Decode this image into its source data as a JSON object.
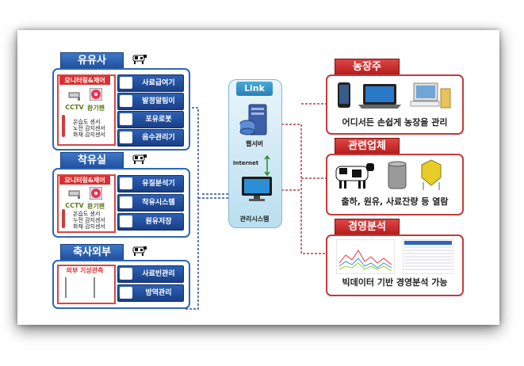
{
  "link": {
    "title": "Link",
    "webserver": "웹서버",
    "internet": "Internet",
    "mgmt": "관리시스템"
  },
  "dairy": {
    "title": "유유사",
    "monitor_label": "모니터링&제어",
    "cctv": "CCTV",
    "fan": "환기팬",
    "sensors": [
      "온습도 센서",
      "노전 감지센서",
      "화재 감지센서"
    ],
    "buttons": [
      "사료급여기",
      "발정알림이",
      "포유로봇",
      "음수관리기"
    ]
  },
  "milking": {
    "title": "착유실",
    "monitor_label": "모니터링&제어",
    "cctv": "CCTV",
    "fan": "환기팬",
    "sensors": [
      "온습도 센서",
      "누전 감지센서",
      "화재 감지센서"
    ],
    "buttons": [
      "유질분석기",
      "착유시스템",
      "원유저장"
    ]
  },
  "outside": {
    "title": "축사외부",
    "monitor_label": "외부 기상관측",
    "buttons": [
      "사료빈관리",
      "방역관리"
    ]
  },
  "owner": {
    "title": "농장주",
    "caption": "어디서든 손쉽게 농장을 관리"
  },
  "related": {
    "title": "관련업체",
    "caption": "출하, 원유, 사료잔량 등 열람"
  },
  "analysis": {
    "title": "경영분석",
    "caption": "빅데이터 기반 경영분석 가능"
  },
  "colors": {
    "blue": "#2f66b8",
    "red": "#c33a3a",
    "button": "#1f4f9c"
  }
}
